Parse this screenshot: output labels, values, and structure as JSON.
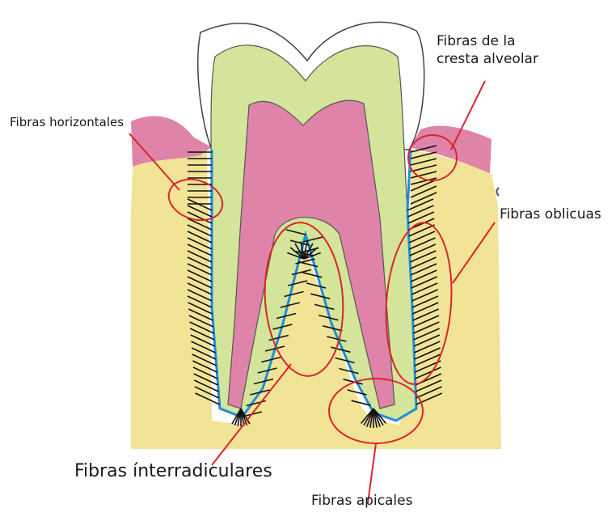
{
  "labels": {
    "crest_line1": "Fibras de la",
    "crest_line2": "cresta alveolar",
    "horizontal": "Fibras horizontales",
    "oblique": "Fibras oblicuas",
    "interradicular": "Fibras ínterradiculares",
    "apical": "Fibras apicales"
  },
  "colors": {
    "bone": "#f2e497",
    "gingiva": "#df84a8",
    "enamel": "#ffffff",
    "dentin": "#d4e49a",
    "pulp": "#df84a8",
    "ligament": "#1e8fd6",
    "fiber": "#111111",
    "annotation": "#d8262c"
  }
}
